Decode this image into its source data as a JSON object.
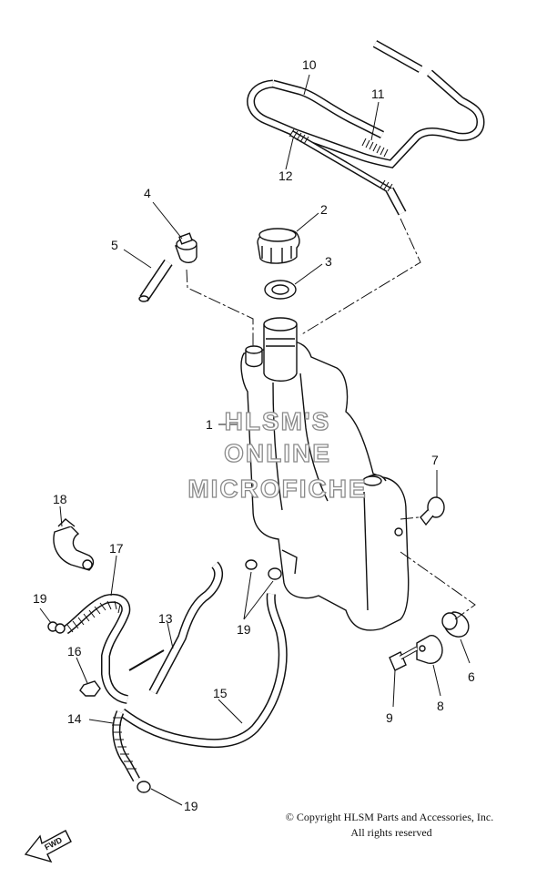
{
  "parts": [
    {
      "id": "part-1",
      "label": "1"
    },
    {
      "id": "part-2",
      "label": "2"
    },
    {
      "id": "part-3",
      "label": "3"
    },
    {
      "id": "part-4",
      "label": "4"
    },
    {
      "id": "part-5",
      "label": "5"
    },
    {
      "id": "part-6",
      "label": "6"
    },
    {
      "id": "part-7",
      "label": "7"
    },
    {
      "id": "part-8",
      "label": "8"
    },
    {
      "id": "part-9",
      "label": "9"
    },
    {
      "id": "part-10",
      "label": "10"
    },
    {
      "id": "part-11",
      "label": "11"
    },
    {
      "id": "part-12",
      "label": "12"
    },
    {
      "id": "part-13",
      "label": "13"
    },
    {
      "id": "part-14",
      "label": "14"
    },
    {
      "id": "part-15",
      "label": "15"
    },
    {
      "id": "part-16",
      "label": "16"
    },
    {
      "id": "part-17",
      "label": "17"
    },
    {
      "id": "part-18",
      "label": "18"
    },
    {
      "id": "part-19a",
      "label": "19"
    },
    {
      "id": "part-19b",
      "label": "19"
    },
    {
      "id": "part-19c",
      "label": "19"
    }
  ],
  "watermark": {
    "line1": "HLSM'S",
    "line2": "ONLINE",
    "line3": "MICROFICHE"
  },
  "direction_badge": "FWD",
  "copyright": {
    "line1": "© Copyright HLSM Parts and Accessories, Inc.",
    "line2": "All rights reserved"
  }
}
